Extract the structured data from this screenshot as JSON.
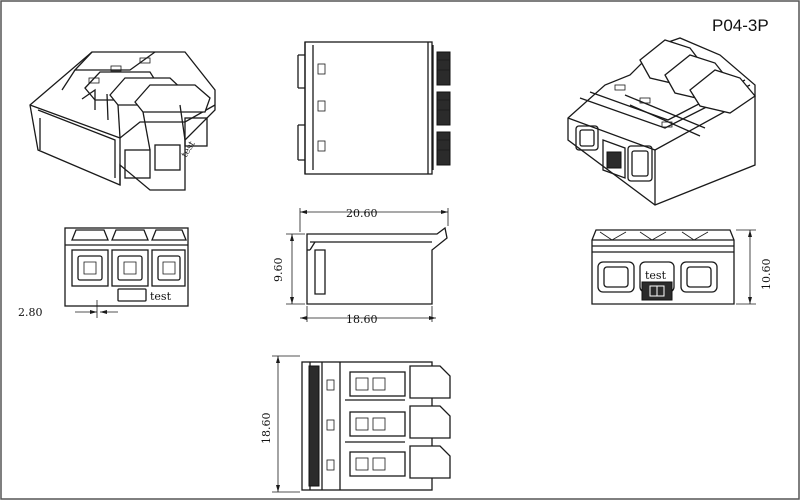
{
  "model": "P04-3P",
  "dimensions": {
    "side_length": "20.60",
    "side_height": "9.60",
    "side_base": "18.60",
    "front_pitch": "2.80",
    "back_height": "10.60",
    "bottom_width": "18.60"
  },
  "test_label": "test"
}
